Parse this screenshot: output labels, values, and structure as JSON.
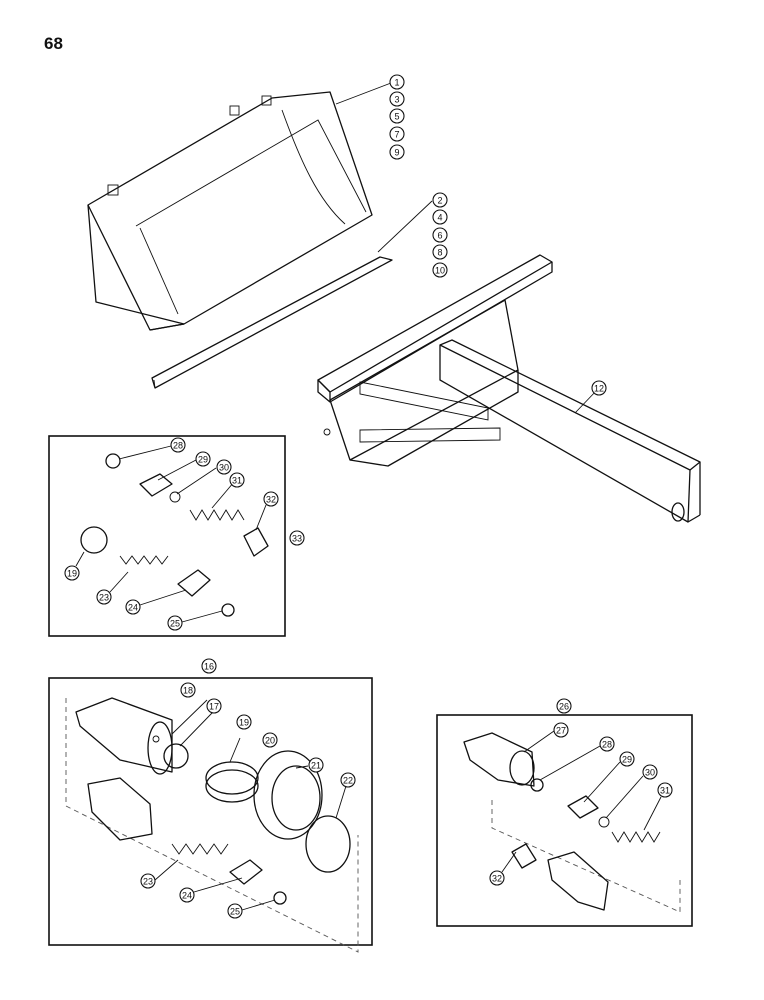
{
  "page_number": "68",
  "bucket_callouts": [
    "1",
    "3",
    "5",
    "7",
    "9"
  ],
  "cutting_edge_callouts": [
    "2",
    "4",
    "6",
    "8",
    "10"
  ],
  "frame_callout": "12",
  "panel_left": {
    "assembly": "33",
    "parts": [
      "28",
      "29",
      "30",
      "31",
      "32",
      "19",
      "23",
      "24",
      "25"
    ]
  },
  "panel_coupler": {
    "assembly": "16",
    "parts": [
      "18",
      "17",
      "19",
      "20",
      "21",
      "22",
      "23",
      "24",
      "25"
    ]
  },
  "panel_right": {
    "assembly": "26",
    "parts": [
      "27",
      "28",
      "29",
      "30",
      "31",
      "32"
    ]
  }
}
